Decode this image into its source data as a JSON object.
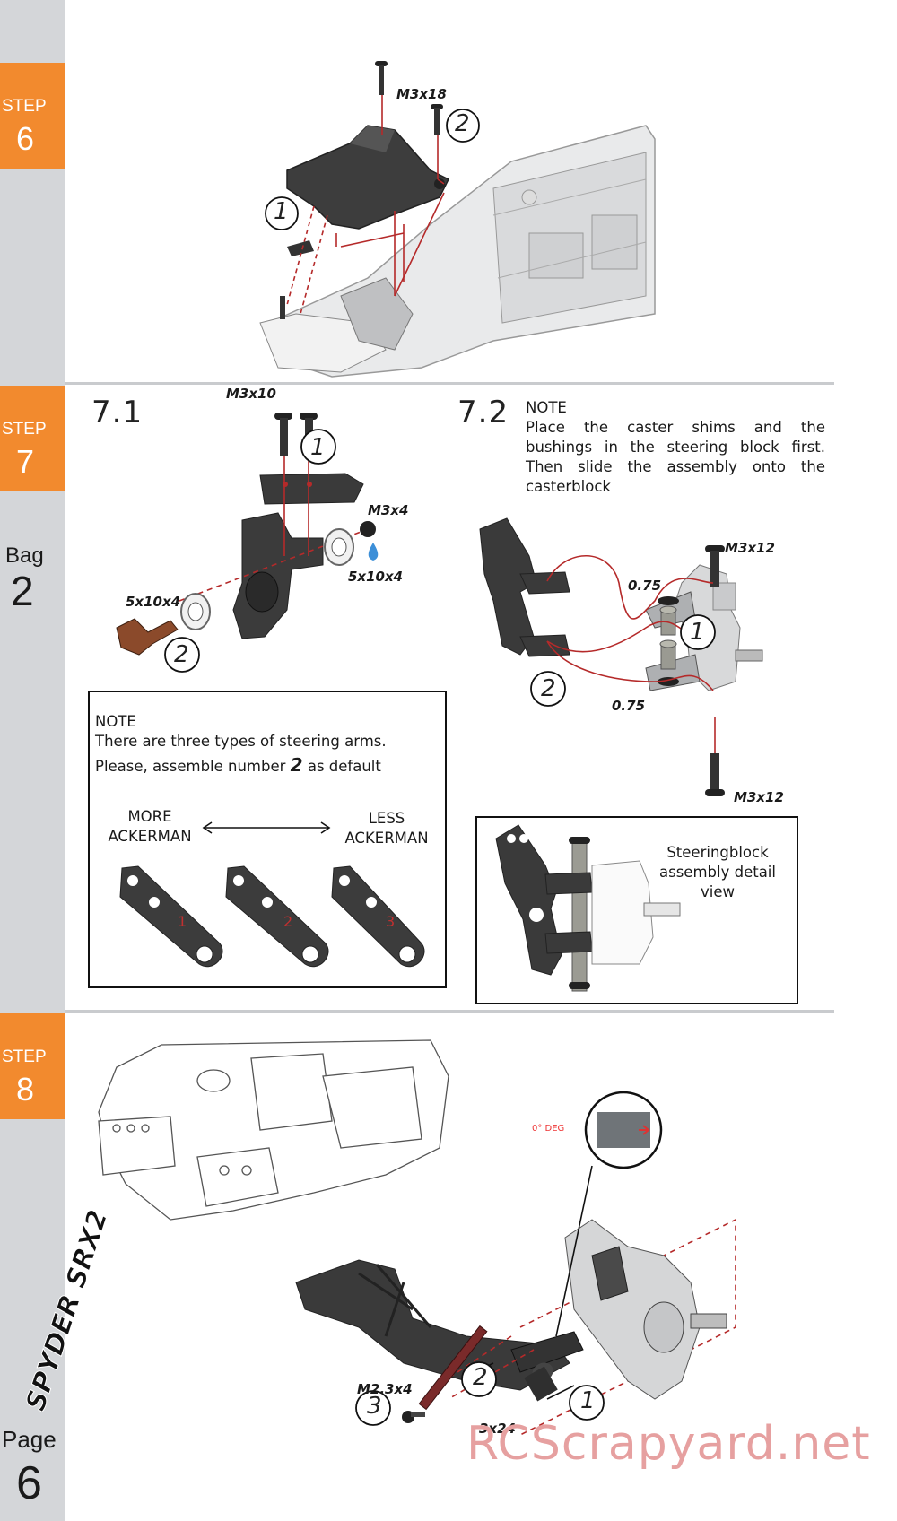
{
  "sidebar": {
    "steps": [
      {
        "label": "STEP",
        "number": "6"
      },
      {
        "label": "STEP",
        "number": "7"
      },
      {
        "label": "STEP",
        "number": "8"
      }
    ],
    "bag_label": "Bag",
    "bag_number": "2",
    "page_label": "Page",
    "page_number": "6",
    "logo_text": "SPYDER SRX2"
  },
  "step6": {
    "screw_top": "M3x18",
    "callout_1": "1",
    "callout_2": "2"
  },
  "step7": {
    "section_1": "7.1",
    "section_2": "7.2",
    "s71_screw_top": "M3x10",
    "s71_callout_1": "1",
    "s71_screw_side": "M3x4",
    "s71_bearing_right": "5x10x4",
    "s71_bearing_left": "5x10x4",
    "s71_callout_2": "2",
    "note_72_title": "NOTE",
    "note_72_body": "Place the caster shims and the bushings in the steering block first. Then slide the assembly onto the casterblock",
    "s72_screw_top": "M3x12",
    "s72_shim_top": "0.75",
    "s72_shim_bottom": "0.75",
    "s72_screw_bottom": "M3x12",
    "s72_callout_1": "1",
    "s72_callout_2": "2",
    "arms_note_title": "NOTE",
    "arms_note_line1": "There are three types of steering arms.",
    "arms_note_line2_pre": "Please, assemble number ",
    "arms_note_line2_num": "2",
    "arms_note_line2_post": " as default",
    "more_line1": "MORE",
    "more_line2": "ACKERMAN",
    "less_line1": "LESS",
    "less_line2": "ACKERMAN",
    "arm_numbers": [
      "1",
      "2",
      "3"
    ],
    "detail_line1": "Steeringblock",
    "detail_line2": "assembly detail",
    "detail_line3": "view"
  },
  "step8": {
    "callout_3": "3",
    "screw_label": "M2.3x4",
    "pin_label": "3x24",
    "callout_2": "2",
    "callout_1": "1",
    "bushing_marking": "0° DEG"
  },
  "watermark": "RCScrapyard.net",
  "colors": {
    "step_orange": "#f28a2e",
    "sidebar_gray": "#d4d6d9",
    "guide_red": "#b52a2a",
    "part_dark": "#3a3a3a"
  }
}
